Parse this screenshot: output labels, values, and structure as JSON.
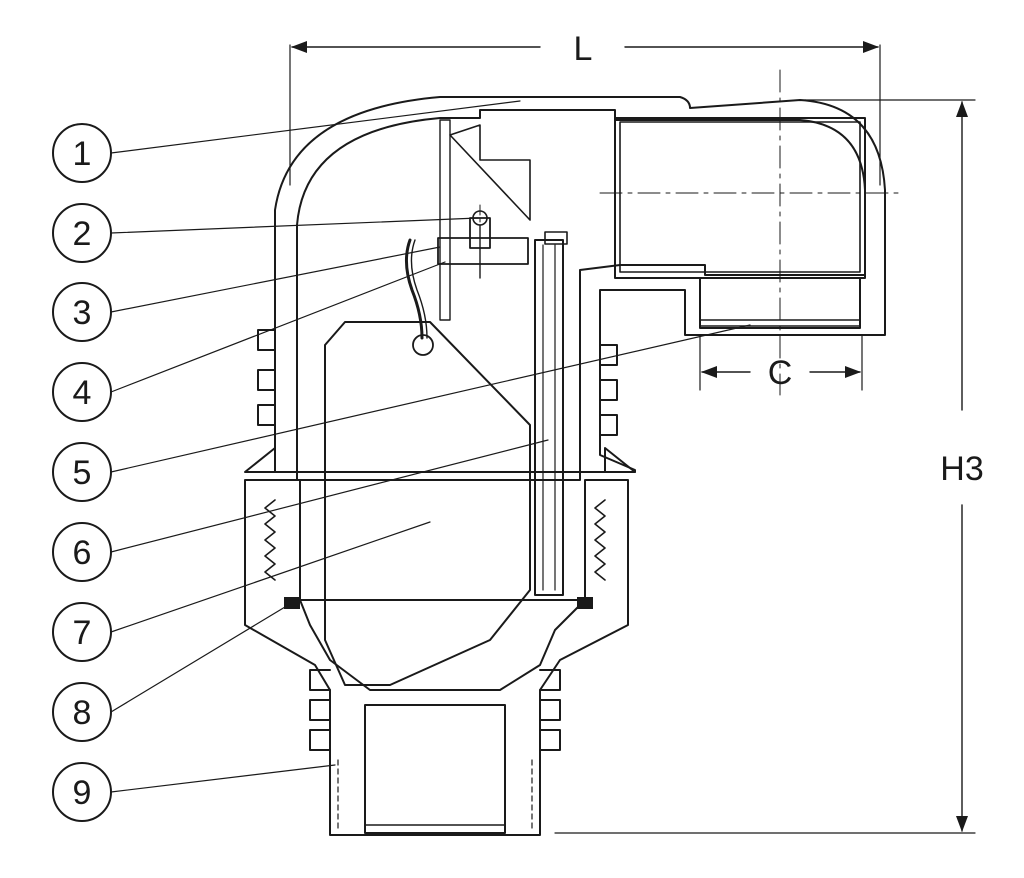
{
  "callouts": [
    {
      "label": "1"
    },
    {
      "label": "2"
    },
    {
      "label": "3"
    },
    {
      "label": "4"
    },
    {
      "label": "5"
    },
    {
      "label": "6"
    },
    {
      "label": "7"
    },
    {
      "label": "8"
    },
    {
      "label": "9"
    }
  ],
  "dimensions": {
    "width": "L",
    "connection": "C",
    "height": "H3"
  },
  "colors": {
    "ink": "#1a1a1a",
    "background": "#ffffff"
  }
}
